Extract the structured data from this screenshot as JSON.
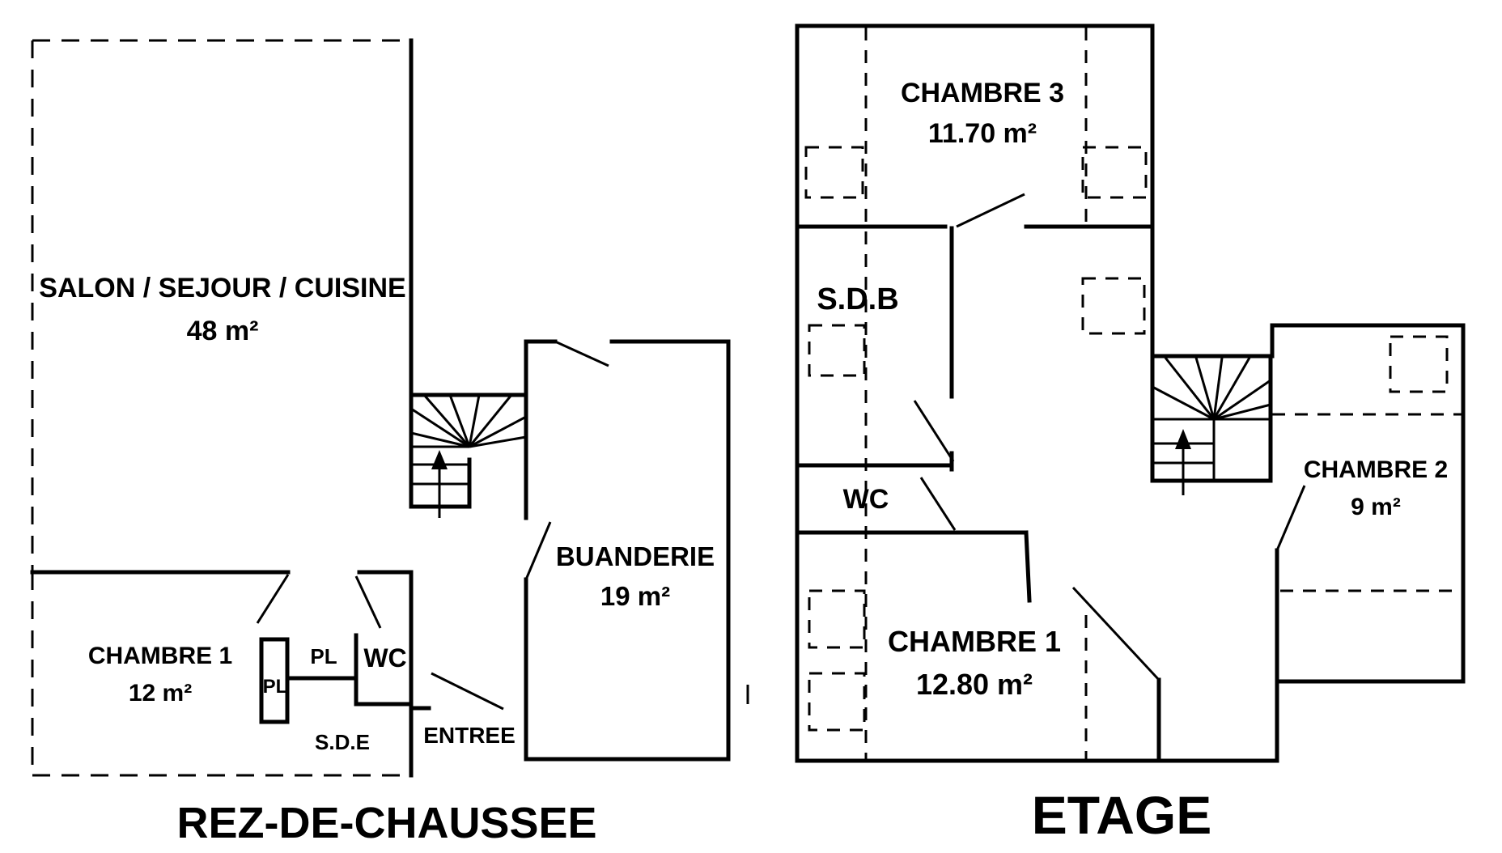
{
  "ground_floor": {
    "title": "REZ-DE-CHAUSSEE",
    "rooms": {
      "salon": {
        "name": "SALON / SEJOUR / CUISINE",
        "area": "48 m²"
      },
      "chambre1": {
        "name": "CHAMBRE 1",
        "area": "12 m²"
      },
      "buanderie": {
        "name": "BUANDERIE",
        "area": "19 m²"
      },
      "wc": "WC",
      "placard1": "PL",
      "placard2": "PL",
      "sde": "S.D.E",
      "entree": "ENTREE"
    }
  },
  "upper_floor": {
    "title": "ETAGE",
    "rooms": {
      "chambre3": {
        "name": "CHAMBRE 3",
        "area": "11.70 m²"
      },
      "sdb": "S.D.B",
      "wc": "WC",
      "chambre1": {
        "name": "CHAMBRE 1",
        "area": "12.80 m²"
      },
      "chambre2": {
        "name": "CHAMBRE 2",
        "area": "9 m²"
      }
    }
  }
}
